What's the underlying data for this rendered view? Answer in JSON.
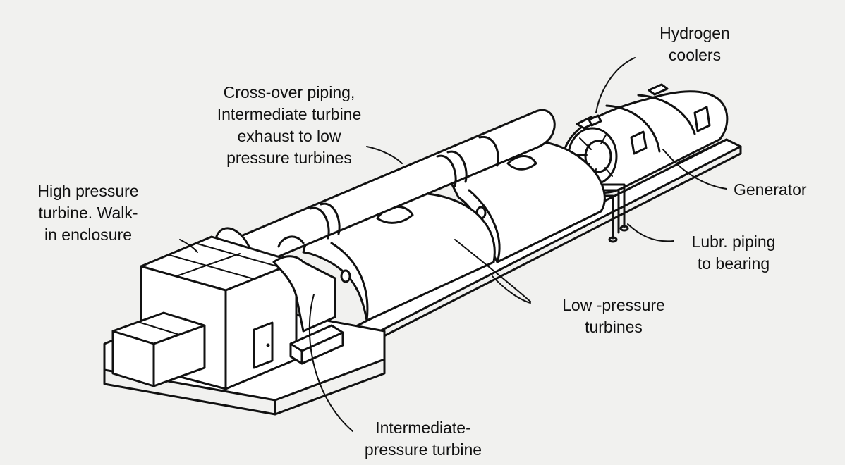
{
  "colors": {
    "background": "#f1f1ef",
    "ink": "#111111",
    "body": "#ffffff"
  },
  "labels": {
    "hydrogen_coolers": [
      "Hydrogen",
      "coolers"
    ],
    "crossover": [
      "Cross-over piping,",
      "Intermediate turbine",
      "exhaust to low",
      "pressure turbines"
    ],
    "hp_turbine": [
      "High pressure",
      "turbine. Walk-",
      "in enclosure"
    ],
    "generator": [
      "Generator"
    ],
    "lubr_piping": [
      "Lubr. piping",
      "to bearing"
    ],
    "lp_turbines": [
      "Low -pressure",
      "turbines"
    ],
    "ip_turbine": [
      "Intermediate-",
      "pressure turbine"
    ]
  }
}
